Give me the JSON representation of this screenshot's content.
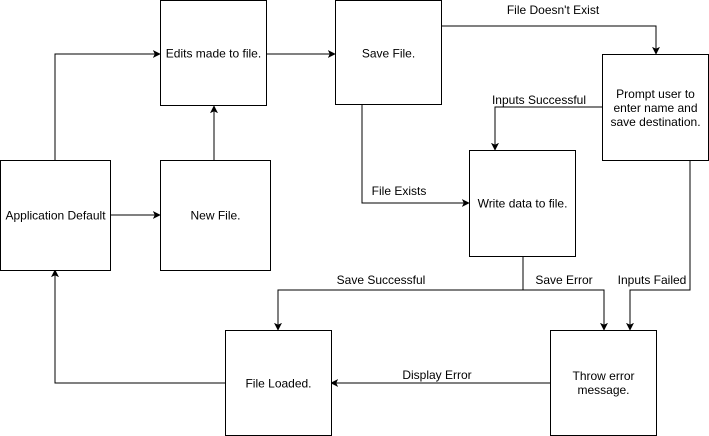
{
  "nodes": {
    "app_default": {
      "label": "Application Default"
    },
    "new_file": {
      "label": "New File."
    },
    "edits_made": {
      "label": "Edits made to file."
    },
    "save_file": {
      "label": "Save File."
    },
    "prompt_user": {
      "lines": [
        "Prompt user to",
        "enter name and",
        "save destination."
      ]
    },
    "write_data": {
      "label": "Write data to file."
    },
    "file_loaded": {
      "label": "File Loaded."
    },
    "throw_error": {
      "lines": [
        "Throw error",
        "message."
      ]
    }
  },
  "edges": {
    "file_doesnt_exist": "File Doesn't Exist",
    "inputs_successful": "Inputs Successful",
    "file_exists": "File Exists",
    "save_successful": "Save Successful",
    "save_error": "Save Error",
    "inputs_failed": "Inputs Failed",
    "display_error": "Display Error"
  }
}
